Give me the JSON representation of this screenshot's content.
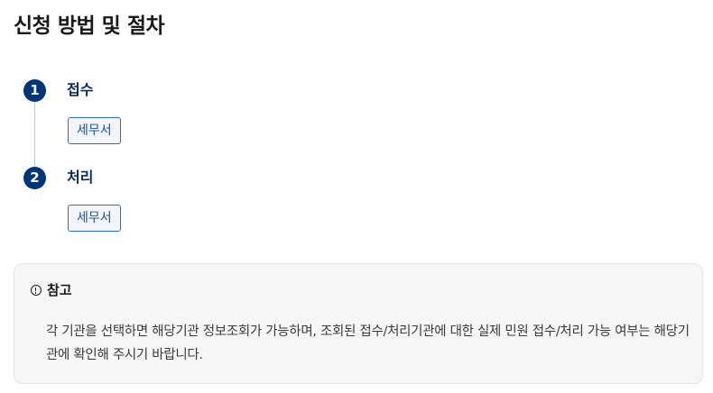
{
  "section": {
    "title": "신청 방법 및 절차"
  },
  "steps": [
    {
      "number": "1",
      "title": "접수",
      "tag": "세무서"
    },
    {
      "number": "2",
      "title": "처리",
      "tag": "세무서"
    }
  ],
  "note": {
    "icon": "info-circle-icon",
    "title": "참고",
    "text": "각 기관을 선택하면 해당기관 정보조회가 가능하며, 조회된 접수/처리기관에 대한 실제 민원 접수/처리 가능 여부는 해당기관에 확인해 주시기 바랍니다."
  },
  "colors": {
    "step_circle": "#003676",
    "step_title": "#0b2a57",
    "tag_border": "#2f6bc4",
    "tag_text": "#1d4f9a",
    "note_background": "#f6f6f6"
  }
}
